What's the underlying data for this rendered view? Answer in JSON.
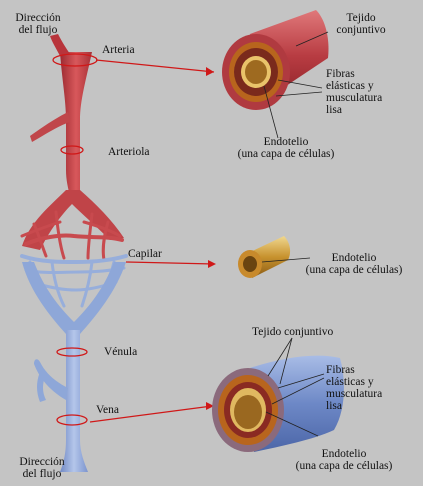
{
  "flow_top": [
    "Dirección",
    "del flujo"
  ],
  "flow_bottom": [
    "Dirección",
    "del flujo"
  ],
  "vessels": {
    "arteria": "Arteria",
    "arteriola": "Arteriola",
    "capilar": "Capilar",
    "venula": "Vénula",
    "vena": "Vena"
  },
  "artery_detail": {
    "tejido": [
      "Tejido",
      "conjuntivo"
    ],
    "fibras": [
      "Fibras",
      "elásticas y",
      "musculatura",
      "lisa"
    ],
    "endotelio": [
      "Endotelio",
      "(una capa de células)"
    ]
  },
  "capillary_detail": {
    "endotelio": [
      "Endotelio",
      "(una capa de células)"
    ]
  },
  "vein_detail": {
    "tejido": "Tejido conjuntivo",
    "fibras": [
      "Fibras",
      "elásticas y",
      "musculatura",
      "lisa"
    ],
    "endotelio": [
      "Endotelio",
      "(una capa de células)"
    ]
  },
  "colors": {
    "background": "#c4c4c4",
    "artery": "#c8464a",
    "vein": "#8ea7d8",
    "pointer": "#d01818",
    "layer_orange": "#b8651d",
    "endothelium": "#e9c36a"
  }
}
